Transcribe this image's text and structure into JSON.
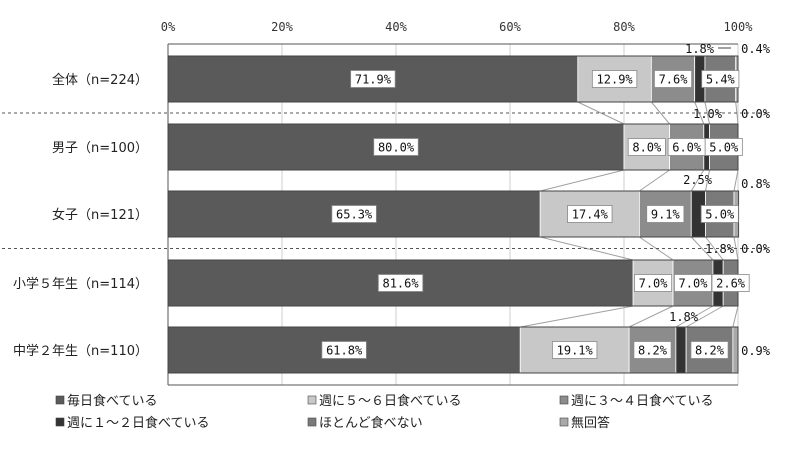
{
  "chart_data": {
    "type": "bar",
    "orientation": "horizontal",
    "stacked": true,
    "xlim": [
      0,
      100
    ],
    "xticks": [
      "0%",
      "20%",
      "40%",
      "60%",
      "80%",
      "100%"
    ],
    "categories": [
      "全体（n=224）",
      "男子（n=100）",
      "女子（n=121）",
      "小学５年生（n=114）",
      "中学２年生（n=110）"
    ],
    "series": [
      {
        "name": "毎日食べている",
        "color": "#5a5a5a",
        "values": [
          71.9,
          80.0,
          65.3,
          81.6,
          61.8
        ]
      },
      {
        "name": "週に５～６日食べている",
        "color": "#c8c8c8",
        "values": [
          12.9,
          8.0,
          17.4,
          7.0,
          19.1
        ]
      },
      {
        "name": "週に３～４日食べている",
        "color": "#8c8c8c",
        "values": [
          7.6,
          6.0,
          9.1,
          7.0,
          8.2
        ]
      },
      {
        "name": "週に１～２日食べている",
        "color": "#333333",
        "values": [
          1.8,
          1.0,
          2.5,
          1.8,
          1.8
        ]
      },
      {
        "name": "ほとんど食べない",
        "color": "#7a7a7a",
        "values": [
          5.4,
          5.0,
          5.0,
          2.6,
          8.2
        ]
      },
      {
        "name": "無回答",
        "color": "#a9a9a9",
        "values": [
          0.4,
          0.0,
          0.8,
          0.0,
          0.9
        ]
      }
    ],
    "labels": [
      [
        "71.9%",
        "12.9%",
        "7.6%",
        "1.8%",
        "5.4%",
        "0.4%"
      ],
      [
        "80.0%",
        "8.0%",
        "6.0%",
        "1.0%",
        "5.0%",
        "0.0%"
      ],
      [
        "65.3%",
        "17.4%",
        "9.1%",
        "2.5%",
        "5.0%",
        "0.8%"
      ],
      [
        "81.6%",
        "7.0%",
        "7.0%",
        "1.8%",
        "2.6%",
        "0.0%"
      ],
      [
        "61.8%",
        "19.1%",
        "8.2%",
        "1.8%",
        "8.2%",
        "0.9%"
      ]
    ],
    "separators_after": [
      0,
      2
    ],
    "grid": true,
    "legend": "bottom",
    "title": "",
    "xlabel": "",
    "ylabel": ""
  }
}
